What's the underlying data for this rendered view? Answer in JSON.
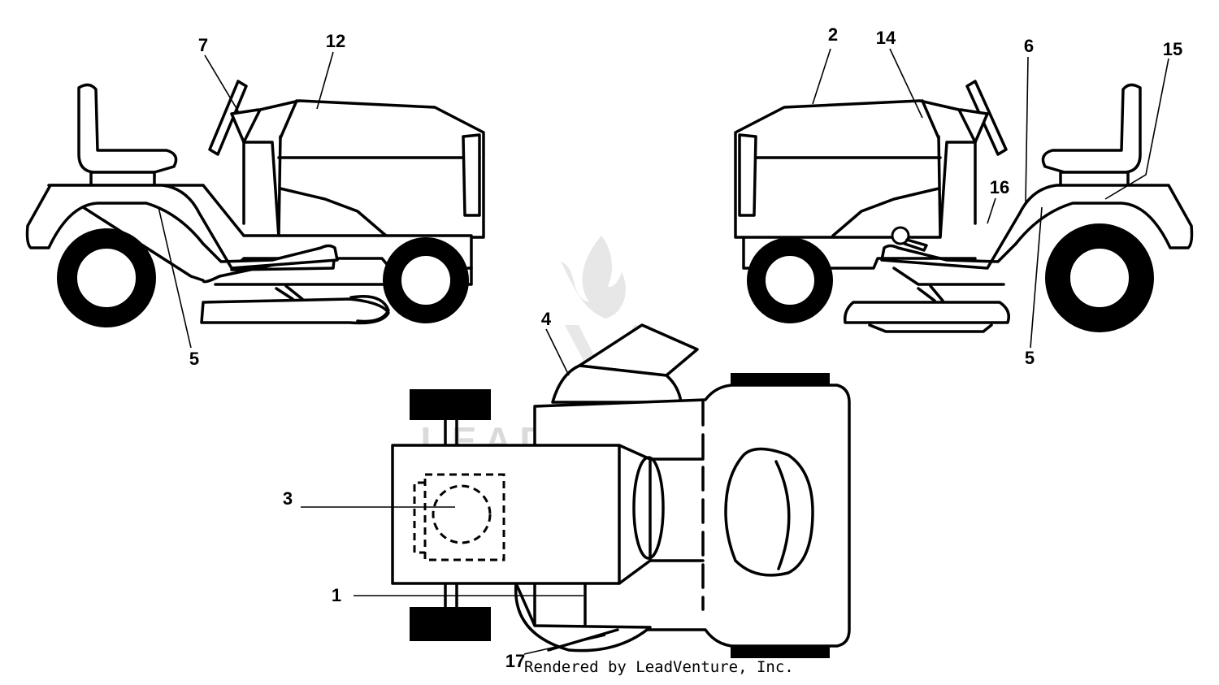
{
  "watermark": {
    "text": "LEADVENTURE"
  },
  "credit": "Rendered by LeadVenture, Inc.",
  "callouts": [
    {
      "id": "7",
      "label": "7"
    },
    {
      "id": "12",
      "label": "12"
    },
    {
      "id": "5a",
      "label": "5"
    },
    {
      "id": "2",
      "label": "2"
    },
    {
      "id": "14",
      "label": "14"
    },
    {
      "id": "6",
      "label": "6"
    },
    {
      "id": "15",
      "label": "15"
    },
    {
      "id": "16",
      "label": "16"
    },
    {
      "id": "5b",
      "label": "5"
    },
    {
      "id": "4",
      "label": "4"
    },
    {
      "id": "3",
      "label": "3"
    },
    {
      "id": "1",
      "label": "1"
    },
    {
      "id": "17",
      "label": "17"
    }
  ]
}
